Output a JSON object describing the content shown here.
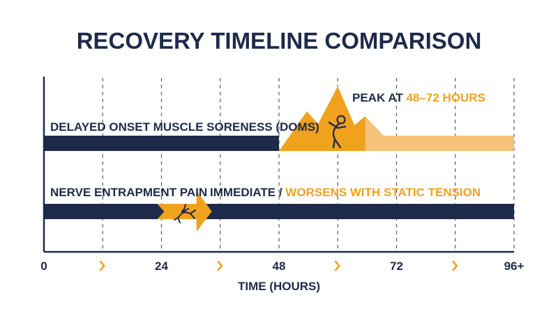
{
  "colors": {
    "navy": "#1e2a4a",
    "orange": "#f0a21e",
    "light_orange": "#f5c27a",
    "grid": "#5a5a5a"
  },
  "icons": [
    "stretching-figure-icon",
    "nerve-cell-icon",
    "chevron-right-icon"
  ],
  "chart_data": {
    "type": "timeline",
    "title": "RECOVERY TIMELINE COMPARISON",
    "xlabel": "TIME (HOURS)",
    "xlim": [
      0,
      96
    ],
    "ticks": [
      {
        "value": 0,
        "label": "0"
      },
      {
        "value": 24,
        "label": "24"
      },
      {
        "value": 48,
        "label": "48"
      },
      {
        "value": 72,
        "label": "72"
      },
      {
        "value": 96,
        "label": "96+"
      }
    ],
    "gridlines": [
      12,
      24,
      36,
      48,
      60,
      72,
      84,
      96
    ],
    "grid": true,
    "series": [
      {
        "name": "DELAYED ONSET MUSCLE SORENESS (DOMS)",
        "start": 0,
        "onset": 48,
        "peak": 60,
        "peak_window": [
          48,
          72
        ],
        "end": 96,
        "annotation": {
          "prefix": "PEAK AT ",
          "highlight": "48–72 HOURS"
        }
      },
      {
        "name": "NERVE ENTRAPMENT PAIN",
        "start": 0,
        "end": 96,
        "arrow_span": [
          24,
          34
        ],
        "annotation": {
          "prefix": "IMMEDIATE / ",
          "highlight": "WORSENS WITH STATIC TENSION"
        }
      }
    ]
  }
}
